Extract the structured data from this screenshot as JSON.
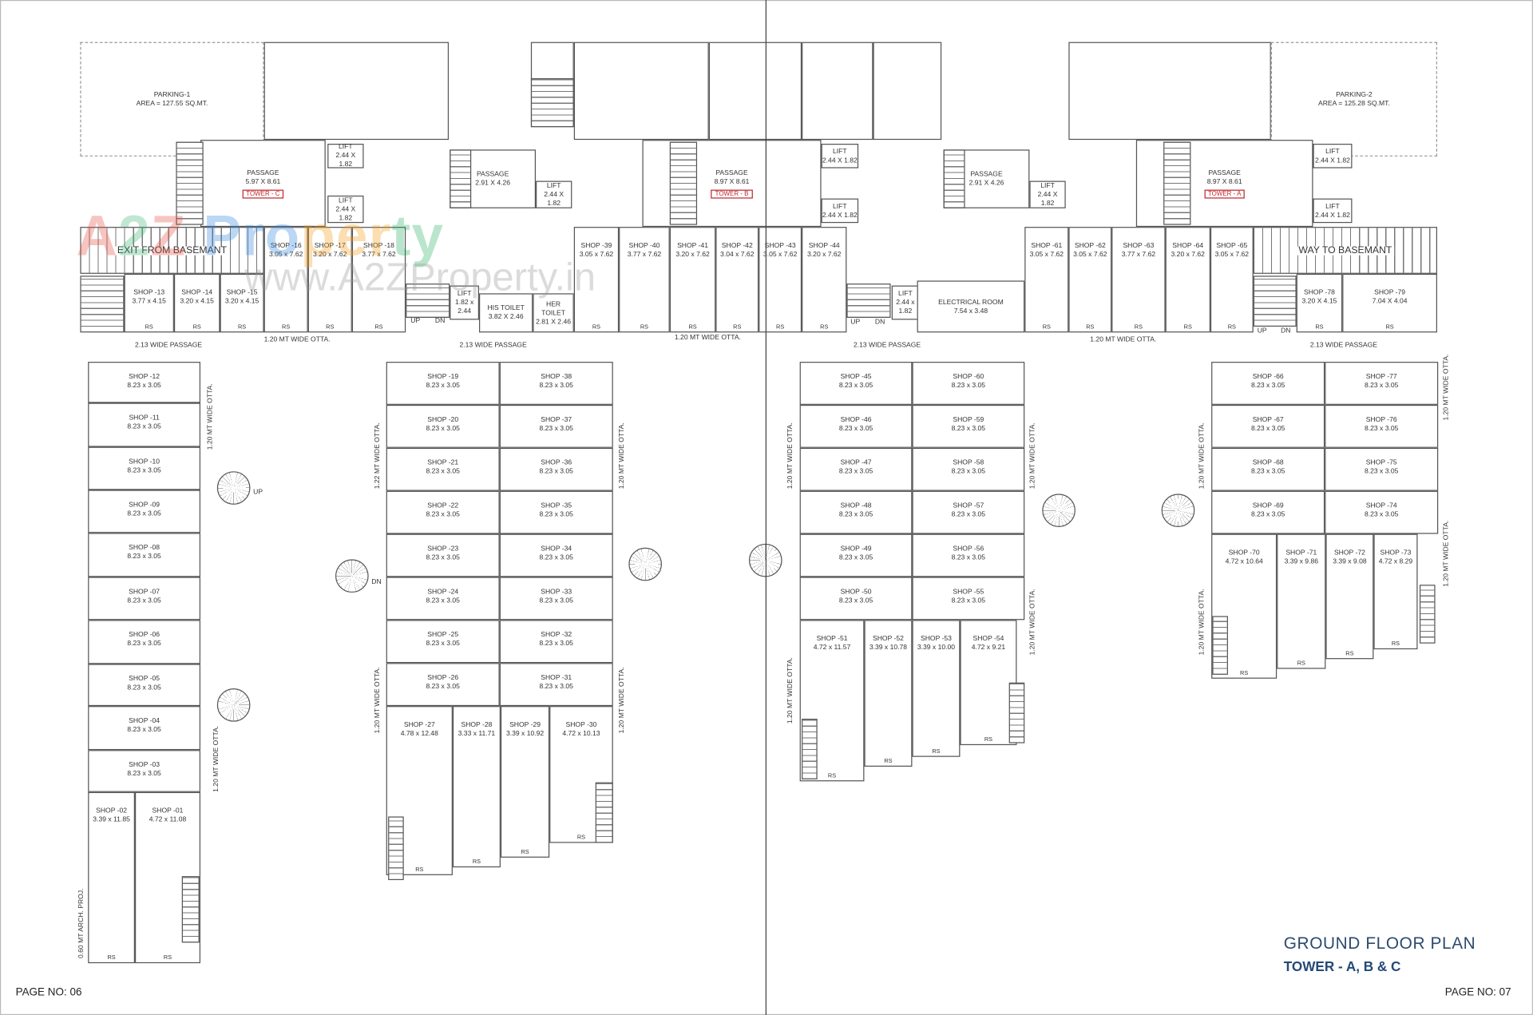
{
  "title": "GROUND FLOOR PLAN",
  "subtitle": "TOWER - A, B & C",
  "page_left": "PAGE NO: 06",
  "page_right": "PAGE NO: 07",
  "watermark": {
    "logo": "A2Z Property",
    "url": "www.A2ZProperty.in"
  },
  "colors": {
    "title": "#2c4a6e",
    "tower_tag": "#c0272d",
    "lines": "#555555"
  },
  "shops": [
    {
      "name": "SHOP -12",
      "size": "8.23 x 3.05"
    },
    {
      "name": "SHOP -11",
      "size": "8.23 x 3.05"
    },
    {
      "name": "SHOP -10",
      "size": "8.23 x 3.05"
    },
    {
      "name": "SHOP -09",
      "size": "8.23 x 3.05"
    },
    {
      "name": "SHOP -08",
      "size": "8.23 x 3.05"
    },
    {
      "name": "SHOP -07",
      "size": "8.23 x 3.05"
    },
    {
      "name": "SHOP -06",
      "size": "8.23 x 3.05"
    },
    {
      "name": "SHOP -05",
      "size": "8.23 x 3.05"
    },
    {
      "name": "SHOP -04",
      "size": "8.23 x 3.05"
    },
    {
      "name": "SHOP -03",
      "size": "8.23 x 3.05"
    },
    {
      "name": "SHOP -02",
      "size": "3.39 x 11.85"
    },
    {
      "name": "SHOP -01",
      "size": "4.72 x 11.08"
    },
    {
      "name": "SHOP -13",
      "size": "3.77 x 4.15"
    },
    {
      "name": "SHOP -14",
      "size": "3.20 x 4.15"
    },
    {
      "name": "SHOP -15",
      "size": "3.20 x 4.15"
    },
    {
      "name": "SHOP -16",
      "size": "3.05 x 7.62"
    },
    {
      "name": "SHOP -17",
      "size": "3.20 x 7.62"
    },
    {
      "name": "SHOP -18",
      "size": "3.77 x 7.62"
    },
    {
      "name": "SHOP -19",
      "size": "8.23 x 3.05"
    },
    {
      "name": "SHOP -20",
      "size": "8.23 x 3.05"
    },
    {
      "name": "SHOP -21",
      "size": "8.23 x 3.05"
    },
    {
      "name": "SHOP -22",
      "size": "8.23 x 3.05"
    },
    {
      "name": "SHOP -23",
      "size": "8.23 x 3.05"
    },
    {
      "name": "SHOP -24",
      "size": "8.23 x 3.05"
    },
    {
      "name": "SHOP -25",
      "size": "8.23 x 3.05"
    },
    {
      "name": "SHOP -26",
      "size": "8.23 x 3.05"
    },
    {
      "name": "SHOP -38",
      "size": "8.23 x 3.05"
    },
    {
      "name": "SHOP -37",
      "size": "8.23 x 3.05"
    },
    {
      "name": "SHOP -36",
      "size": "8.23 x 3.05"
    },
    {
      "name": "SHOP -35",
      "size": "8.23 x 3.05"
    },
    {
      "name": "SHOP -34",
      "size": "8.23 x 3.05"
    },
    {
      "name": "SHOP -33",
      "size": "8.23 x 3.05"
    },
    {
      "name": "SHOP -32",
      "size": "8.23 x 3.05"
    },
    {
      "name": "SHOP -31",
      "size": "8.23 x 3.05"
    },
    {
      "name": "SHOP -27",
      "size": "4.78 x 12.48"
    },
    {
      "name": "SHOP -28",
      "size": "3.33 x 11.71"
    },
    {
      "name": "SHOP -29",
      "size": "3.39 x 10.92"
    },
    {
      "name": "SHOP -30",
      "size": "4.72 x 10.13"
    },
    {
      "name": "SHOP -39",
      "size": "3.05 x 7.62"
    },
    {
      "name": "SHOP -40",
      "size": "3.77 x 7.62"
    },
    {
      "name": "SHOP -41",
      "size": "3.20 x 7.62"
    },
    {
      "name": "SHOP -42",
      "size": "3.04 x 7.62"
    },
    {
      "name": "SHOP -43",
      "size": "3.05 x 7.62"
    },
    {
      "name": "SHOP -44",
      "size": "3.20 x 7.62"
    },
    {
      "name": "SHOP -45",
      "size": "8.23 x 3.05"
    },
    {
      "name": "SHOP -46",
      "size": "8.23 x 3.05"
    },
    {
      "name": "SHOP -47",
      "size": "8.23 x 3.05"
    },
    {
      "name": "SHOP -48",
      "size": "8.23 x 3.05"
    },
    {
      "name": "SHOP -49",
      "size": "8.23 x 3.05"
    },
    {
      "name": "SHOP -50",
      "size": "8.23 x 3.05"
    },
    {
      "name": "SHOP -60",
      "size": "8.23 x 3.05"
    },
    {
      "name": "SHOP -59",
      "size": "8.23 x 3.05"
    },
    {
      "name": "SHOP -58",
      "size": "8.23 x 3.05"
    },
    {
      "name": "SHOP -57",
      "size": "8.23 x 3.05"
    },
    {
      "name": "SHOP -56",
      "size": "8.23 x 3.05"
    },
    {
      "name": "SHOP -55",
      "size": "8.23 x 3.05"
    },
    {
      "name": "SHOP -51",
      "size": "4.72 x 11.57"
    },
    {
      "name": "SHOP -52",
      "size": "3.39 x 10.78"
    },
    {
      "name": "SHOP -53",
      "size": "3.39 x 10.00"
    },
    {
      "name": "SHOP -54",
      "size": "4.72 x 9.21"
    },
    {
      "name": "SHOP -61",
      "size": "3.05 x 7.62"
    },
    {
      "name": "SHOP -62",
      "size": "3.05 x 7.62"
    },
    {
      "name": "SHOP -63",
      "size": "3.77 x 7.62"
    },
    {
      "name": "SHOP -64",
      "size": "3.20 x 7.62"
    },
    {
      "name": "SHOP -65",
      "size": "3.05 x 7.62"
    },
    {
      "name": "SHOP -66",
      "size": "8.23 x 3.05"
    },
    {
      "name": "SHOP -67",
      "size": "8.23 x 3.05"
    },
    {
      "name": "SHOP -68",
      "size": "8.23 x 3.05"
    },
    {
      "name": "SHOP -69",
      "size": "8.23 x 3.05"
    },
    {
      "name": "SHOP -77",
      "size": "8.23 x 3.05"
    },
    {
      "name": "SHOP -76",
      "size": "8.23 x 3.05"
    },
    {
      "name": "SHOP -75",
      "size": "8.23 x 3.05"
    },
    {
      "name": "SHOP -74",
      "size": "8.23 x 3.05"
    },
    {
      "name": "SHOP -70",
      "size": "4.72 x 10.64"
    },
    {
      "name": "SHOP -71",
      "size": "3.39 x 9.86"
    },
    {
      "name": "SHOP -72",
      "size": "3.39 x 9.08"
    },
    {
      "name": "SHOP -73",
      "size": "4.72 x 8.29"
    },
    {
      "name": "SHOP -78",
      "size": "3.20 X 4.15"
    },
    {
      "name": "SHOP -79",
      "size": "7.04 X 4.04"
    }
  ],
  "rs_label": "RS",
  "utility": [
    {
      "name": "PARKING-1",
      "size": "AREA = 127.55 SQ.MT."
    },
    {
      "name": "PARKING-2",
      "size": "AREA = 125.28 SQ.MT."
    },
    {
      "name": "PASSAGE",
      "size": "5.97 X 8.61",
      "tag": "TOWER - C"
    },
    {
      "name": "PASSAGE",
      "size": "2.91 X 4.26"
    },
    {
      "name": "PASSAGE",
      "size": "8.97 X 8.61",
      "tag": "TOWER - B"
    },
    {
      "name": "PASSAGE",
      "size": "2.91 X 4.26"
    },
    {
      "name": "PASSAGE",
      "size": "8.97 X 8.61",
      "tag": "TOWER - A"
    },
    {
      "name": "LIFT",
      "size": "2.44 X 1.82"
    },
    {
      "name": "LIFT",
      "size": "2.44 X 1.82"
    },
    {
      "name": "LIFT",
      "size": "2.44 X 1.82"
    },
    {
      "name": "LIFT",
      "size": "2.44 X 1.82"
    },
    {
      "name": "LIFT",
      "size": "2.44 X 1.82"
    },
    {
      "name": "LIFT",
      "size": "2.44 X 1.82"
    },
    {
      "name": "LIFT",
      "size": "2.44 X 1.82"
    },
    {
      "name": "LIFT",
      "size": "2.44 X 1.82"
    },
    {
      "name": "LIFT",
      "size": "1.82 x 2.44"
    },
    {
      "name": "LIFT",
      "size": "2.44 x 1.82"
    },
    {
      "name": "HIS TOILET",
      "size": "3.82 X 2.46"
    },
    {
      "name": "HER TOILET",
      "size": "2.81 X 2.46"
    },
    {
      "name": "ELECTRICAL ROOM",
      "size": "7.54 x 3.48"
    },
    {
      "name": "EXIT FROM  BASEMANT"
    },
    {
      "name": "WAY TO  BASEMANT"
    }
  ],
  "annotations": [
    "2.13 WIDE PASSAGE",
    "2.13 WIDE PASSAGE",
    "2.13 WIDE PASSAGE",
    "2.13 WIDE PASSAGE",
    "1.20 MT WIDE OTTA.",
    "1.20 MT WIDE OTTA.",
    "1.20 MT WIDE OTTA.",
    "1.20 MT WIDE OTTA.",
    "1.20 MT WIDE OTTA.",
    "1.22 MT WIDE OTTA.",
    "1.20 MT WIDE OTTA.",
    "1.20 MT WIDE OTTA.",
    "1.20 MT WIDE OTTA.",
    "1.20 MT WIDE OTTA.",
    "1.20 MT WIDE OTTA.",
    "1.20 MT WIDE OTTA.",
    "1.20 MT WIDE OTTA.",
    "1.20 MT WIDE OTTA.",
    "1.20 MT WIDE OTTA.",
    "1.20 MT WIDE OTTA.",
    "1.20 MT WIDE OTTA.",
    "0.60 MT ARCH. PROJ.",
    "UP",
    "DN",
    "UP",
    "DN",
    "UP",
    "DN",
    "UP",
    "DN"
  ]
}
